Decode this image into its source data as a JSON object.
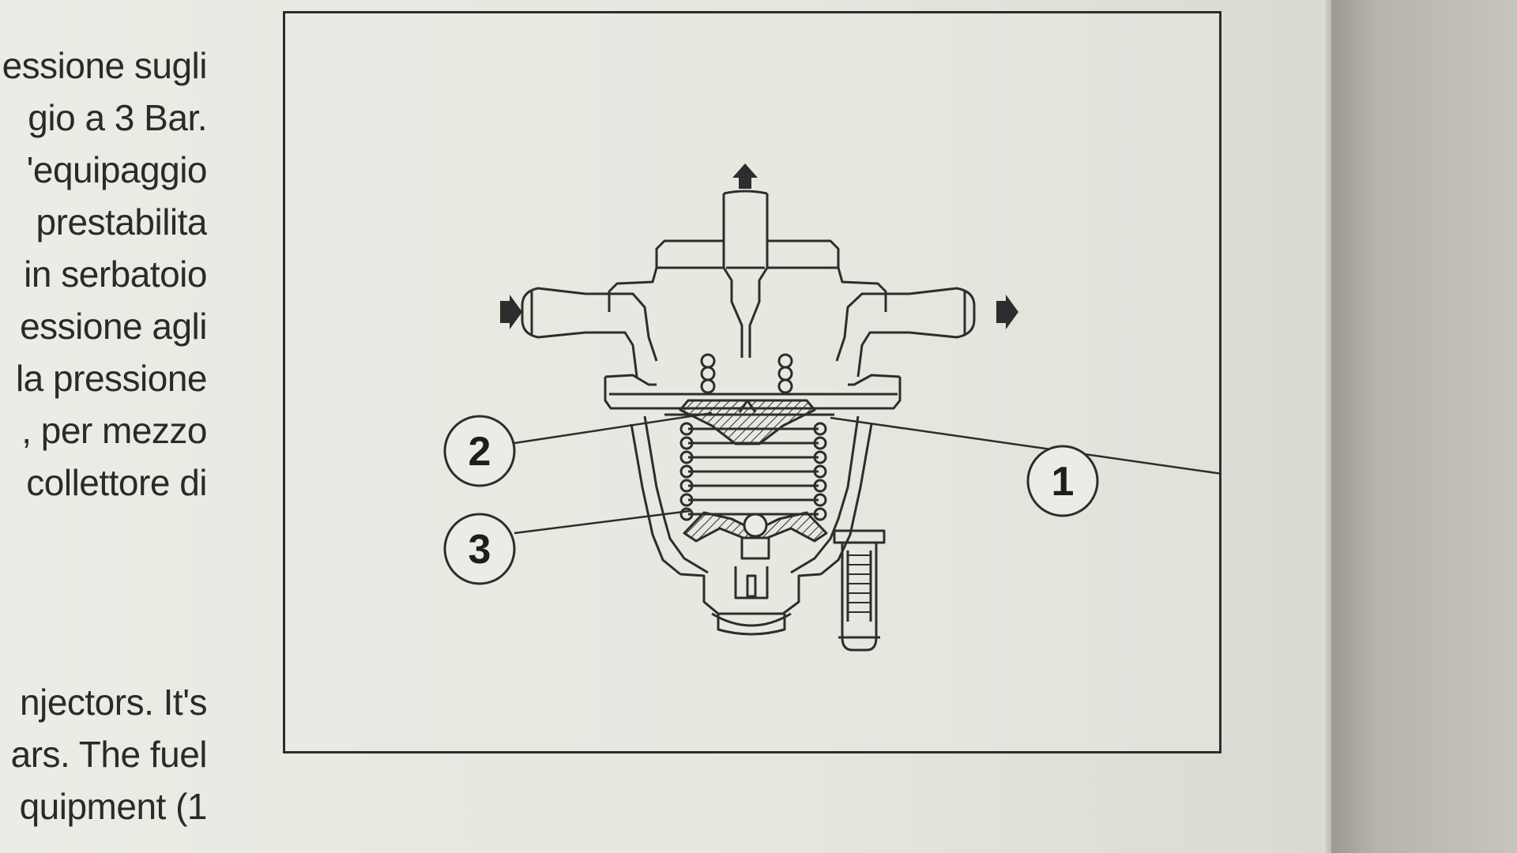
{
  "left_column": {
    "top_lines": [
      "essione sugli",
      "gio a 3 Bar.",
      "'equipaggio",
      "prestabilita",
      "in serbatoio",
      "essione agli",
      "la pressione",
      ", per mezzo",
      "collettore  di"
    ],
    "bottom_lines": [
      "njectors. It's",
      "ars. The fuel",
      "quipment (1"
    ]
  },
  "diagram": {
    "callouts": [
      {
        "id": "callout-1",
        "label": "1"
      },
      {
        "id": "callout-2",
        "label": "2"
      },
      {
        "id": "callout-3",
        "label": "3"
      }
    ],
    "arrows": [
      "outlet-up-arrow",
      "inlet-left-arrow",
      "outlet-right-arrow"
    ]
  },
  "colors": {
    "ink": "#2d2d2d",
    "paper": "#ecece6"
  }
}
